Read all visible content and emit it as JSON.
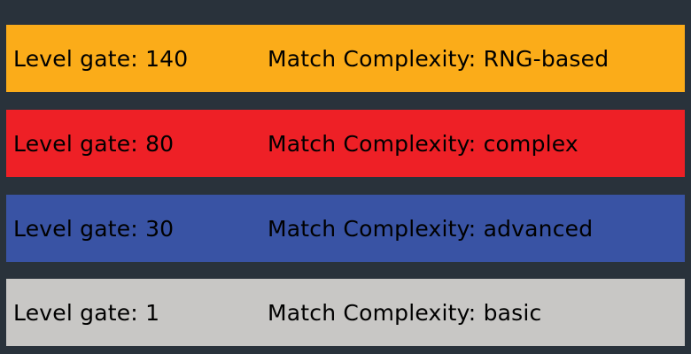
{
  "tiers": [
    {
      "level_label": "Level gate: 140",
      "complexity_label": "Match Complexity: RNG-based",
      "color": "#fbac19"
    },
    {
      "level_label": "Level gate: 80",
      "complexity_label": "Match Complexity: complex",
      "color": "#ee2026"
    },
    {
      "level_label": "Level gate: 30",
      "complexity_label": "Match Complexity: advanced",
      "color": "#3953a4"
    },
    {
      "level_label": "Level gate: 1",
      "complexity_label": "Match Complexity: basic",
      "color": "#c8c7c5"
    }
  ],
  "background_color": "#29323b"
}
